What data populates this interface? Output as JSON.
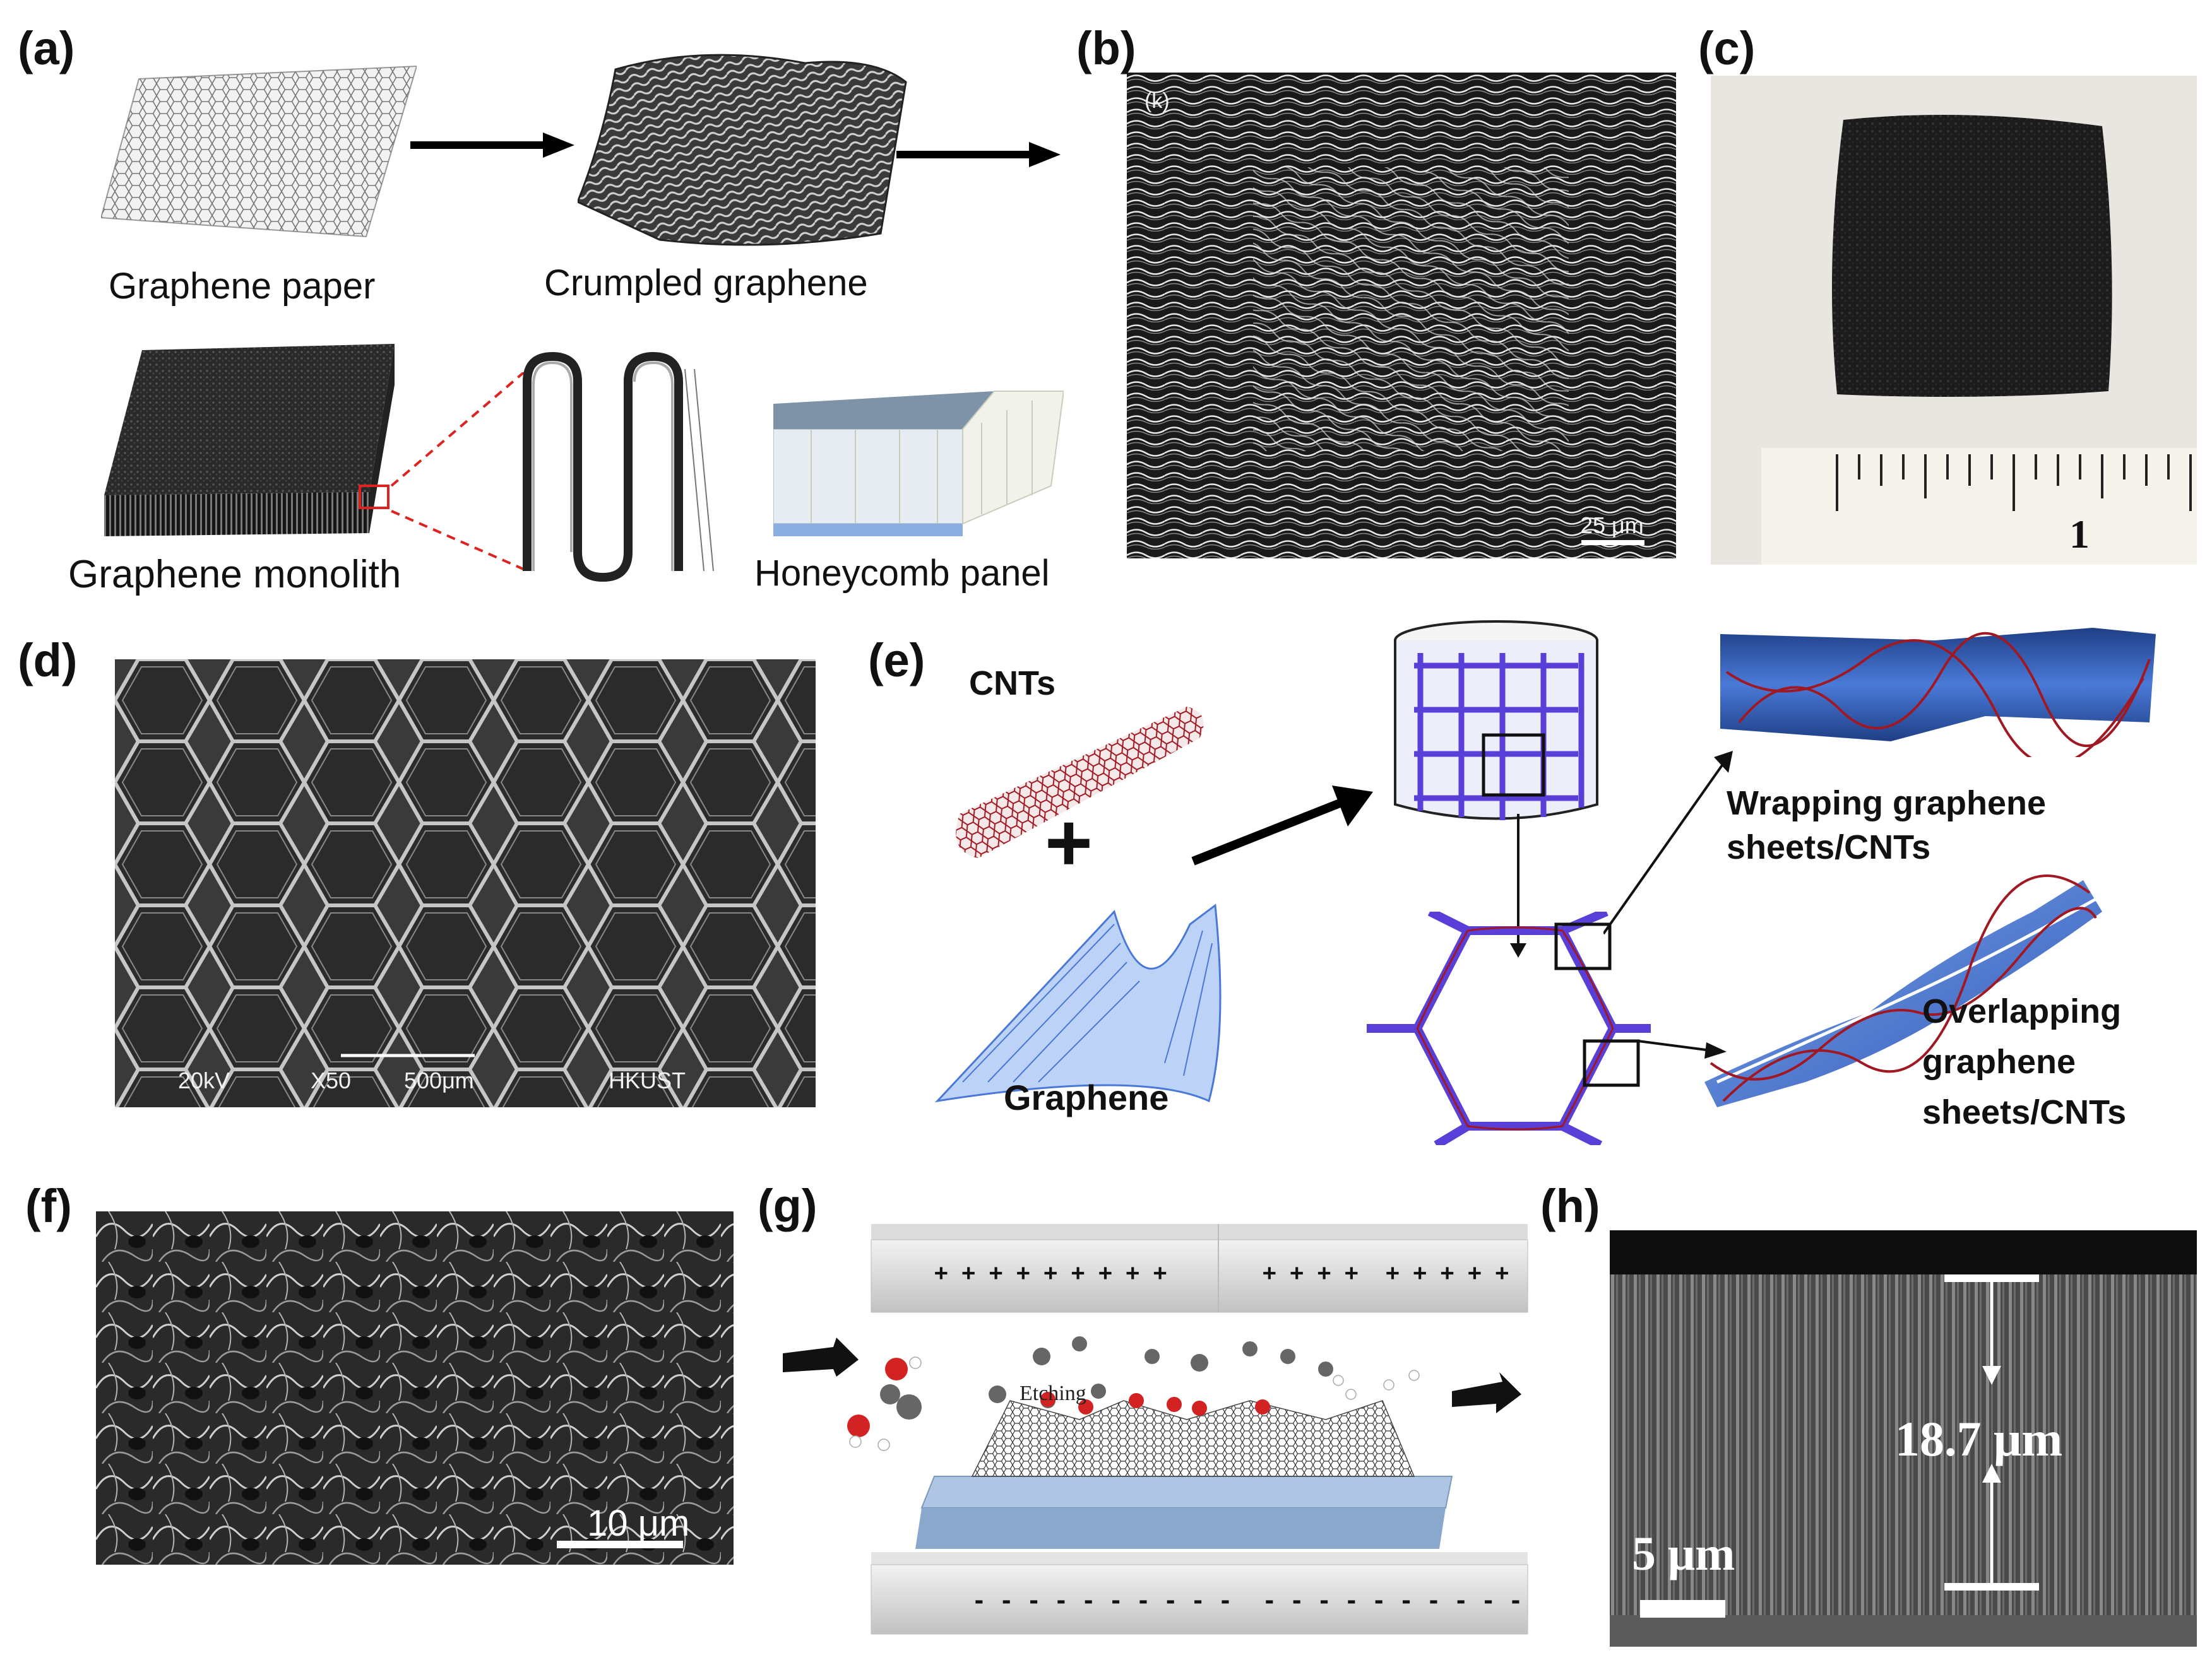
{
  "panels": {
    "a": {
      "label": "(a)",
      "captions": {
        "graphene_paper": "Graphene paper",
        "crumpled_graphene": "Crumpled graphene",
        "graphene_monolith": "Graphene monolith",
        "honeycomb_panel": "Honeycomb panel"
      }
    },
    "b": {
      "label": "(b)",
      "corner_tag": "(k)",
      "scale_bar": "25 μm"
    },
    "c": {
      "label": "(c)",
      "ruler_number": "1"
    },
    "d": {
      "label": "(d)",
      "sem_info": {
        "voltage": "20kV",
        "magnification": "X50",
        "scale": "500μm",
        "institution": "HKUST"
      }
    },
    "e": {
      "label": "(e)",
      "cnts": "CNTs",
      "plus": "+",
      "graphene": "Graphene",
      "wrapping_line1": "Wrapping graphene",
      "wrapping_line2": "sheets/CNTs",
      "overlap_line1": "Overlapping",
      "overlap_line2": "graphene",
      "overlap_line3": "sheets/CNTs"
    },
    "f": {
      "label": "(f)",
      "scale_bar": "10 μm"
    },
    "g": {
      "label": "(g)",
      "top_charges_left": "+ + + + + + + + +",
      "top_charges_right": "+ + + +  + + + + +",
      "bottom_charges_left": "- - - - - - - - - -",
      "bottom_charges_right": "- - - - - - - - - -",
      "etching": "Etching"
    },
    "h": {
      "label": "(h)",
      "thickness": "18.7 μm",
      "scale_bar": "5 μm"
    }
  },
  "colors": {
    "sem_gray": "#5a5a5a",
    "graphene_blue": "#4a78d8",
    "cnt_red": "#a01822",
    "lattice_purple": "#6a4ad8",
    "honeycomb_panel": "#e8eef4",
    "dashed_red": "#d22"
  }
}
